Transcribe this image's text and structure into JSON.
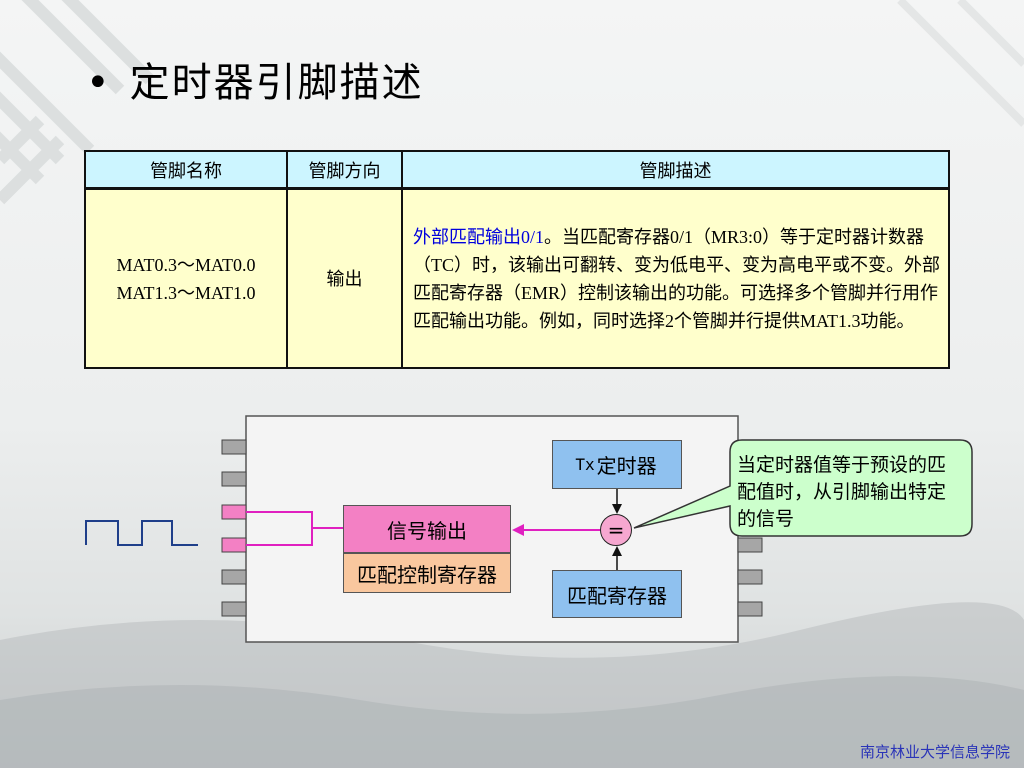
{
  "slide": {
    "bullet": "•",
    "title": "定时器引脚描述",
    "footer": "南京林业大学信息学院"
  },
  "table": {
    "headers": [
      "管脚名称",
      "管脚方向",
      "管脚描述"
    ],
    "row": {
      "name_line1": "MAT0.3～MAT0.0",
      "name_line2": "MAT1.3～MAT1.0",
      "direction": "输出",
      "desc_highlight": "外部匹配输出0/1",
      "desc_rest": "。当匹配寄存器0/1（MR3:0）等于定时器计数器（TC）时，该输出可翻转、变为低电平、变为高电平或不变。外部匹配寄存器（EMR）控制该输出的功能。可选择多个管脚并行用作匹配输出功能。例如，同时选择2个管脚并行提供MAT1.3功能。"
    }
  },
  "diagram": {
    "timer_prefix": "Tx",
    "timer_label": "定时器",
    "signal_output": "信号输出",
    "match_control_register": "匹配控制寄存器",
    "match_register": "匹配寄存器",
    "comparator_symbol": "=",
    "callout": "当定时器值等于预设的匹配值时，从引脚输出特定的信号"
  },
  "colors": {
    "header_bg": "#ccf5ff",
    "cell_bg": "#ffffcc",
    "highlight_text": "#0000dd",
    "blue_box": "#8fc1ef",
    "pink_box": "#f380c4",
    "orange_box": "#f9c79e",
    "callout_bg": "#ccffcc",
    "signal_line": "#e020c0",
    "footer_text": "#2a34b8"
  }
}
